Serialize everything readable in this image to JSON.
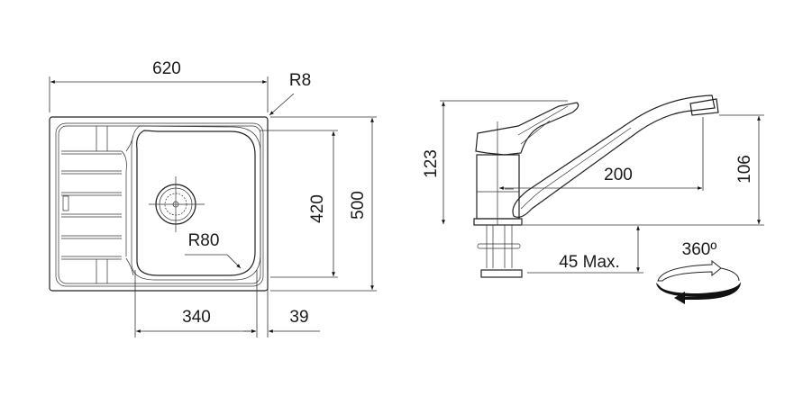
{
  "sink": {
    "width_label": "620",
    "corner_radius_label": "R8",
    "bowl_height_label": "420",
    "depth_label": "500",
    "bowl_width_label": "340",
    "rim_offset_label": "39",
    "bowl_radius_label": "R80"
  },
  "faucet": {
    "height_label": "123",
    "reach_label": "200",
    "spout_height_label": "106",
    "max_thickness_label": "45 Max.",
    "rotation_label": "360º"
  },
  "colors": {
    "line": "#222222",
    "background": "#ffffff"
  }
}
